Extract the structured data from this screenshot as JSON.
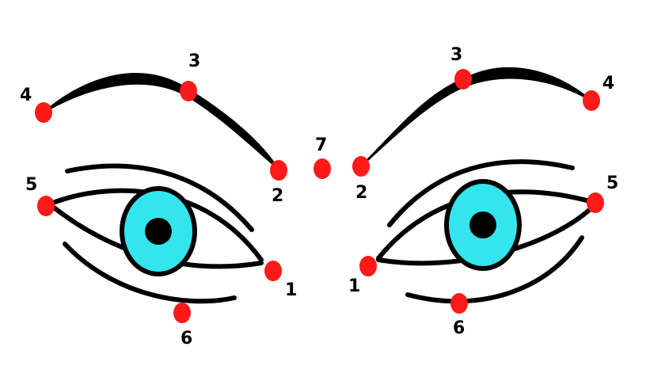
{
  "colors": {
    "marker": "#ff1a1a",
    "iris": "#33e6ee",
    "outline": "#000000",
    "background": "#ffffff"
  },
  "diagram": {
    "left_eye": {
      "points": [
        {
          "label": "1"
        },
        {
          "label": "2"
        },
        {
          "label": "3"
        },
        {
          "label": "4"
        },
        {
          "label": "5"
        },
        {
          "label": "6"
        }
      ]
    },
    "center_point": {
      "label": "7"
    },
    "right_eye": {
      "points": [
        {
          "label": "1"
        },
        {
          "label": "2"
        },
        {
          "label": "3"
        },
        {
          "label": "4"
        },
        {
          "label": "5"
        },
        {
          "label": "6"
        }
      ]
    }
  }
}
